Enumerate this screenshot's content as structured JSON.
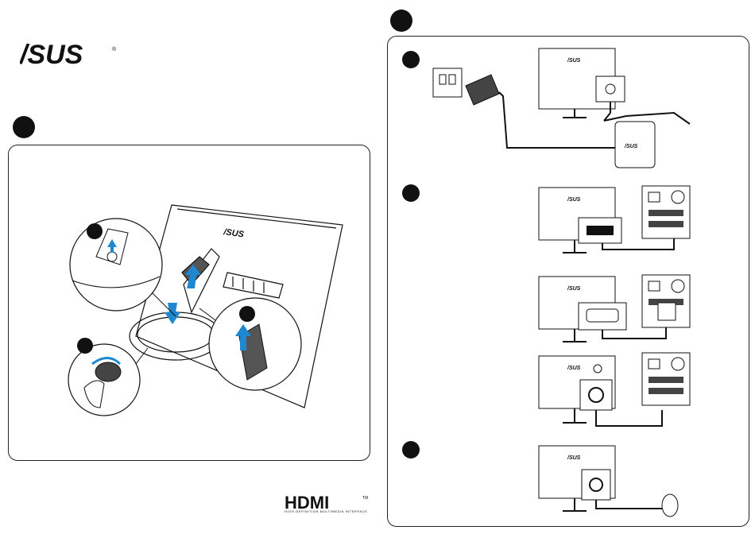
{
  "brand": {
    "logo_text": "/SUS",
    "registered_mark": "®"
  },
  "hdmi": {
    "logo_text": "HDMI",
    "trademark": "TM",
    "tagline": "HIGH-DEFINITION MULTIMEDIA INTERFACE"
  },
  "monitor": {
    "brand_label": "/SUS"
  },
  "adapter": {
    "brand_label": "/SUS"
  },
  "colors": {
    "ink": "#111111",
    "accent_arrow": "#1e88d0",
    "panel_border": "#222222",
    "background": "#ffffff"
  },
  "icons": [
    "wall-outlet-icon",
    "power-plug-icon",
    "power-adapter-icon",
    "dc-jack-icon",
    "hdmi-port-icon",
    "vga-port-icon",
    "audio-jack-icon",
    "headphone-icon",
    "pc-tower-icon",
    "screwdriver-hand-icon"
  ]
}
